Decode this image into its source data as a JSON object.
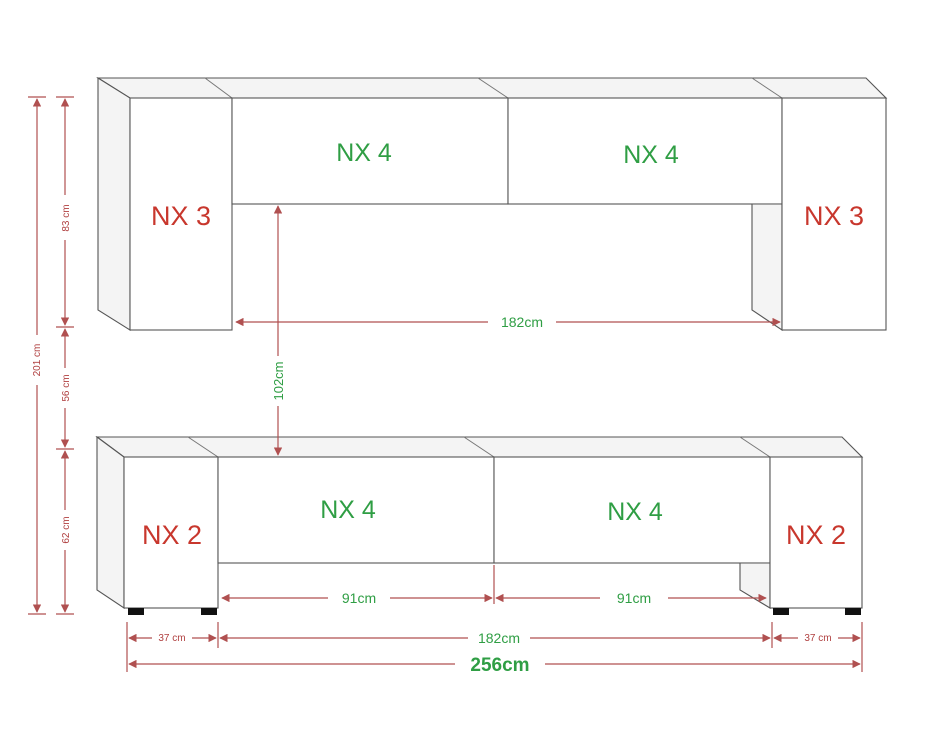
{
  "modules": {
    "upper_left_label": "NX 3",
    "upper_right_label": "NX 3",
    "upper_mid_left_label": "NX 4",
    "upper_mid_right_label": "NX 4",
    "lower_left_label": "NX 2",
    "lower_right_label": "NX 2",
    "lower_mid_left_label": "NX 4",
    "lower_mid_right_label": "NX 4"
  },
  "dimensions": {
    "upper_width": "182cm",
    "gap_height": "102cm",
    "total_height": "201 cm",
    "upper_height": "83 cm",
    "middle_gap": "56 cm",
    "lower_height": "62 cm",
    "lower_mid_left_width": "91cm",
    "lower_mid_right_width": "91cm",
    "left_depth": "37 cm",
    "lower_width": "182cm",
    "right_depth": "37 cm",
    "total_width": "256cm"
  },
  "colors": {
    "label_red": "#c8372d",
    "label_green": "#2f9e44",
    "dimension_line": "#b05050"
  }
}
